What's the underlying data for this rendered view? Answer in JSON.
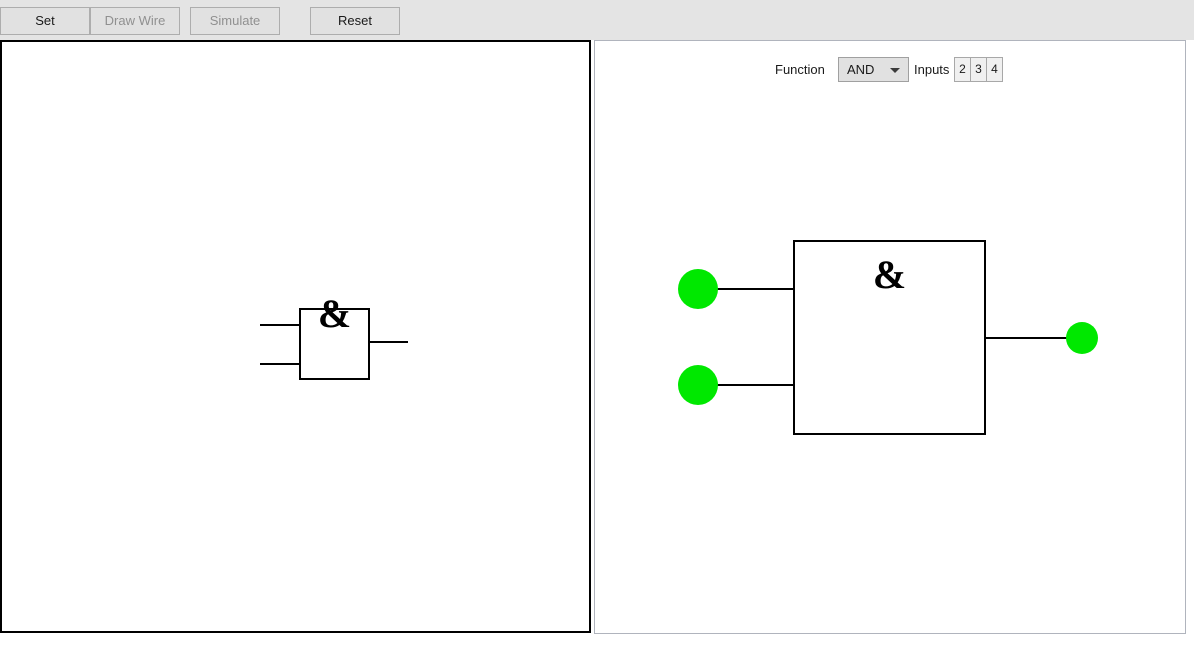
{
  "toolbar": {
    "buttons": [
      {
        "id": "set",
        "label": "Set",
        "enabled": true
      },
      {
        "id": "draw-wire",
        "label": "Draw Wire",
        "enabled": false
      },
      {
        "id": "simulate",
        "label": "Simulate",
        "enabled": false
      },
      {
        "id": "reset",
        "label": "Reset",
        "enabled": true
      }
    ]
  },
  "left_panel": {
    "name": "palette-panel",
    "gate": {
      "symbol": "&",
      "function": "AND",
      "input_count": 2,
      "output_count": 1
    }
  },
  "right_panel": {
    "name": "canvas-panel",
    "properties": {
      "function_label": "Function",
      "function_value": "AND",
      "function_options": [
        "AND"
      ],
      "inputs_label": "Inputs",
      "input_options": [
        "2",
        "3",
        "4"
      ]
    },
    "circuit": {
      "gate": {
        "symbol": "&",
        "function": "AND"
      },
      "nodes": [
        {
          "id": "input-1",
          "role": "input",
          "state": "high",
          "color": "#00e800"
        },
        {
          "id": "input-2",
          "role": "input",
          "state": "high",
          "color": "#00e800"
        },
        {
          "id": "output-1",
          "role": "output",
          "state": "high",
          "color": "#00e800"
        }
      ]
    }
  },
  "colors": {
    "toolbar_background": "#e4e4e4",
    "button_face": "#e1e1e1",
    "button_border": "#adadad",
    "button_text": "#1a1a1a",
    "button_text_disabled": "#909090",
    "panel_border_active": "#000000",
    "panel_border_inactive": "#b0b4bd",
    "canvas_background": "#ffffff",
    "wire": "#000000",
    "node_high": "#00e800"
  }
}
